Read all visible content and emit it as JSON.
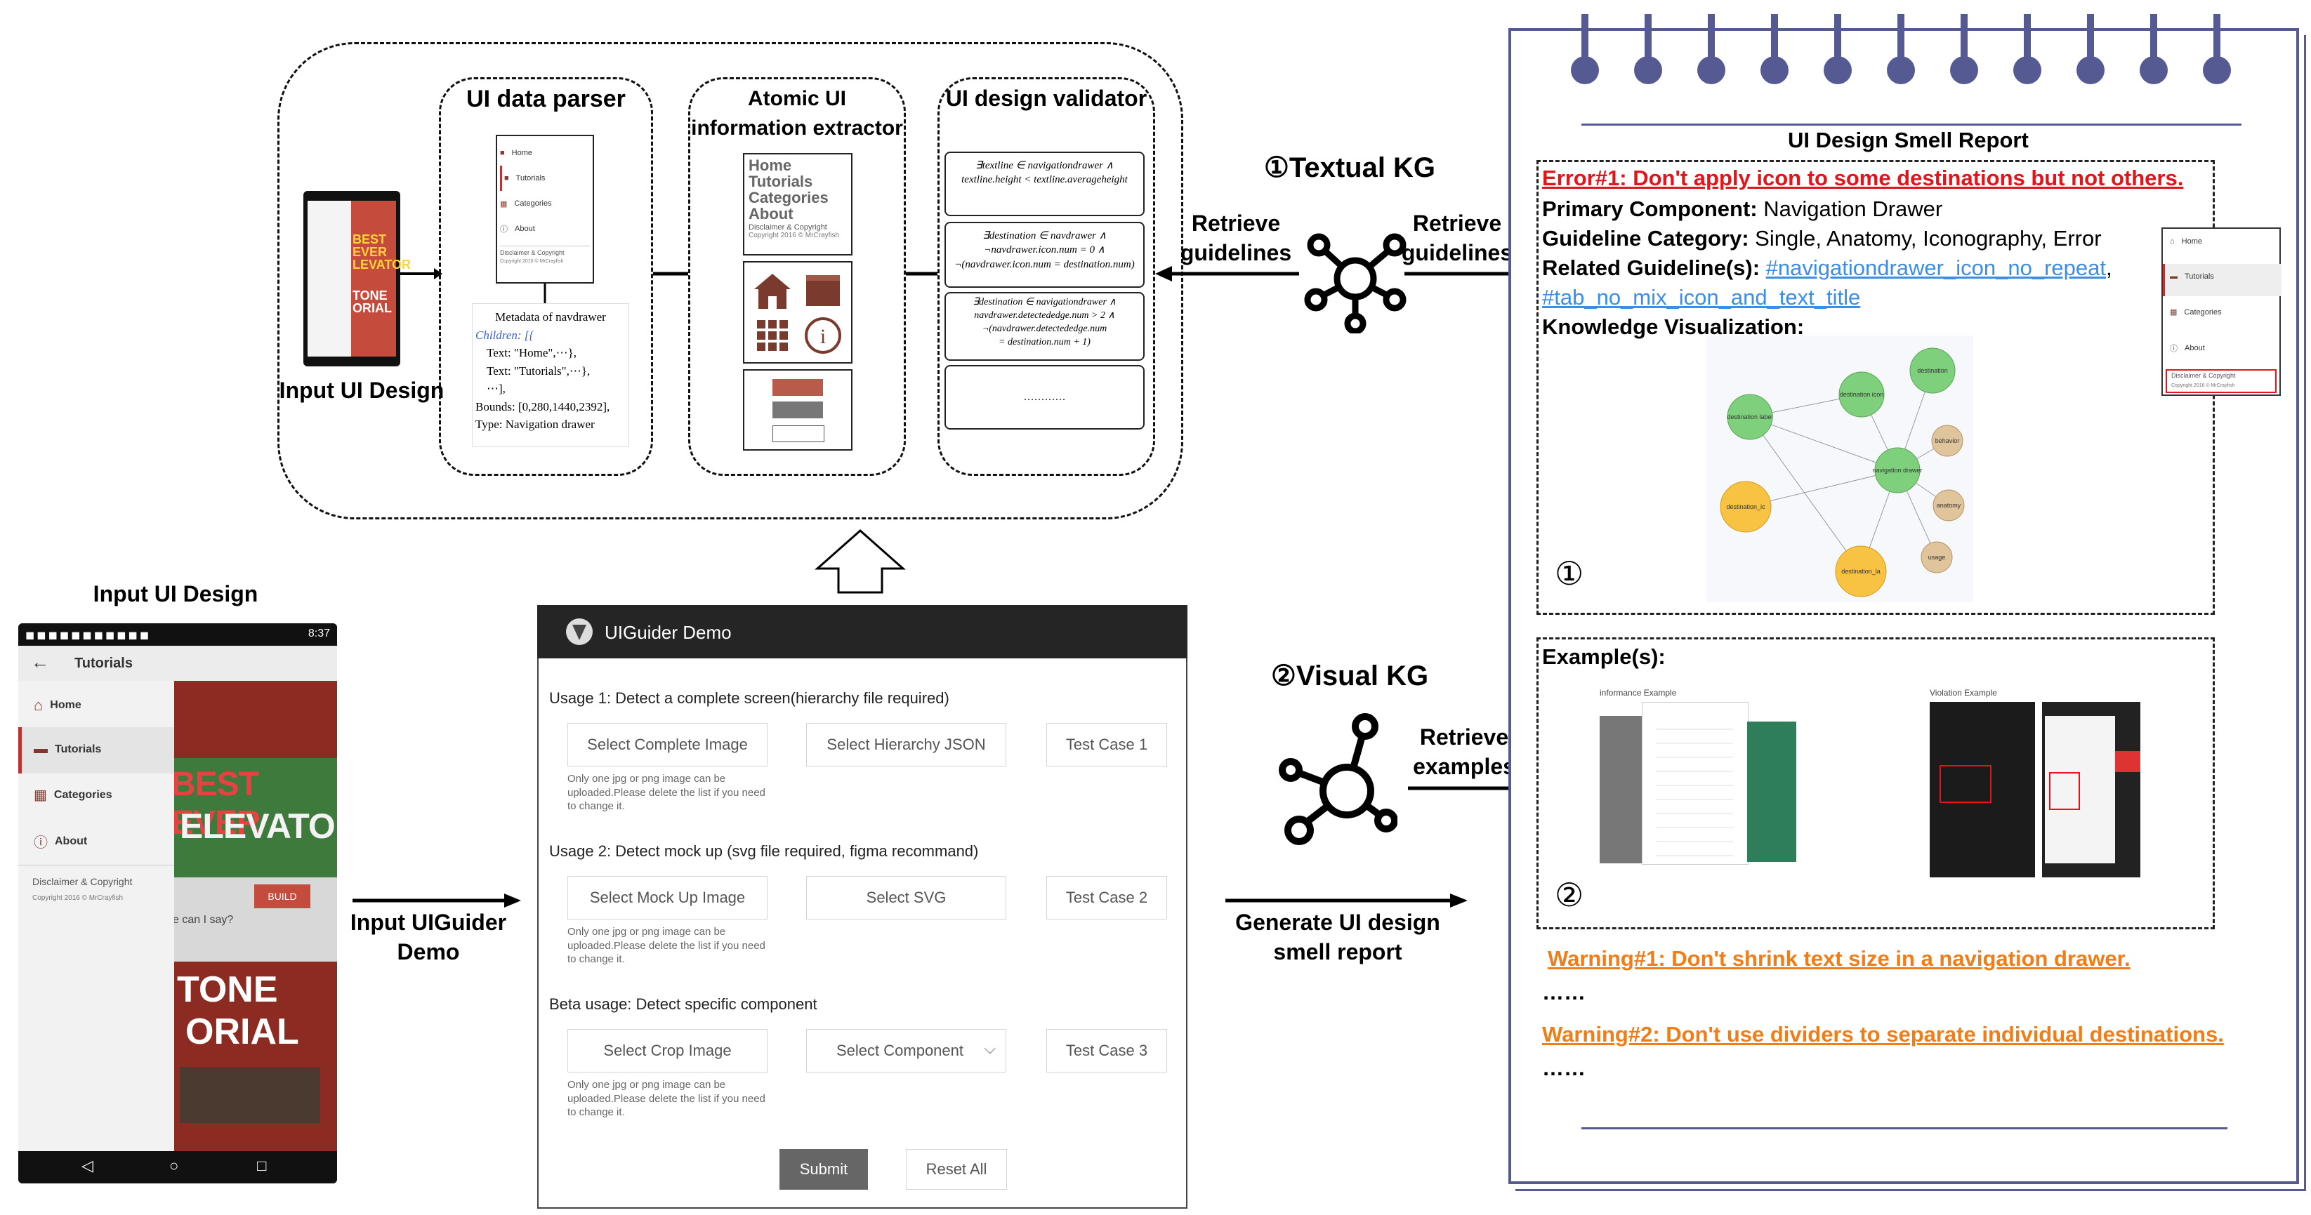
{
  "pipeline": {
    "parser_title": "UI data parser",
    "extractor_title": "Atomic UI\ninformation extractor",
    "validator_title": "UI design validator",
    "input_label": "Input UI Design",
    "thumb_nav": [
      "Home",
      "Tutorials",
      "Categories",
      "About"
    ],
    "thumb_footer": "Disclaimer & Copyright",
    "thumb_copyright": "Copyright 2016 © MrCrayfish",
    "metadata": {
      "title": "Metadata of navdrawer",
      "l1": "Children: [{",
      "l2": "Text: \"Home\",⋯},",
      "l3": "Text: \"Tutorials\",⋯},",
      "l4": "⋯],",
      "l5": "Bounds: [0,280,1440,2392],",
      "l6": "Type: Navigation drawer"
    },
    "extract_text": [
      "Home",
      "Tutorials",
      "Categories",
      "About"
    ],
    "extract_footer": "Disclaimer & Copyright",
    "extract_copyright": "Copyright 2016 © MrCrayfish",
    "formulas": [
      "∃textline ∈ navigationdrawer ∧\ntextline.height < textline.averageheight",
      "∃destination ∈ navdrawer ∧\n¬navdrawer.icon.num = 0 ∧\n¬(navdrawer.icon.num = destination.num)",
      "∃destination ∈ navigationdrawer ∧\nnavdrawer.detectededge.num > 2 ∧\n¬(navdrawer.detectededge.num\n= destination.num + 1)",
      "…………"
    ]
  },
  "kg": {
    "textual_num": "①",
    "textual_label": "Textual KG",
    "retrieve_guidelines_left": "Retrieve\nguidelines",
    "retrieve_guidelines_right": "Retrieve\nguidelines",
    "visual_num": "②",
    "visual_label": "Visual KG",
    "retrieve_examples": "Retrieve\nexamples"
  },
  "phone": {
    "title": "Input UI Design",
    "time": "8:37",
    "appbar_title": "Tutorials",
    "nav": [
      "Home",
      "Tutorials",
      "Categories",
      "About"
    ],
    "footer": "Disclaimer & Copyright",
    "copyright": "Copyright 2016 © MrCrayfish",
    "bg_text_1": "BEST EVER",
    "bg_text_2": "ELEVATOR",
    "bg_text_3": "TONE",
    "bg_text_4": "ORIAL",
    "bg_small": "e can I say?",
    "bg_build": "BUILD"
  },
  "arrows": {
    "input_demo": "Input UIGuider\nDemo",
    "generate": "Generate UI design\nsmell report"
  },
  "demo": {
    "header": "UIGuider Demo",
    "usage1": "Usage 1: Detect a complete screen(hierarchy file required)",
    "btn_complete": "Select Complete Image",
    "btn_hierarchy": "Select Hierarchy JSON",
    "btn_case1": "Test Case 1",
    "usage2": "Usage 2: Detect mock up (svg file required, figma recommand)",
    "btn_mockup": "Select Mock Up Image",
    "btn_svg": "Select SVG",
    "btn_case2": "Test Case 2",
    "usage3": "Beta usage: Detect specific component",
    "btn_crop": "Select Crop Image",
    "btn_component": "Select Component",
    "btn_case3": "Test Case 3",
    "hint": "Only one jpg or png image can be uploaded.Please delete the list if you need to change it.",
    "submit": "Submit",
    "reset": "Reset All"
  },
  "report": {
    "title": "UI Design Smell Report",
    "error": "Error#1: Don't apply icon to some destinations but not others.",
    "primary_label": "Primary Component:",
    "primary_value": " Navigation Drawer",
    "category_label": "Guideline Category:",
    "category_value": " Single, Anatomy, Iconography, Error",
    "related_label": "Related Guideline(s):",
    "related_link1": "#navigationdrawer_icon_no_repeat",
    "related_comma": ",",
    "related_link2": "#tab_no_mix_icon_and_text_title",
    "knowledge_label": "Knowledge Visualization:",
    "num1": "①",
    "examples_label": "Example(s):",
    "informance": "informance Example",
    "violation": "Violation Example",
    "num2": "②",
    "warning1": "Warning#1: Don't shrink text size in a navigation drawer.",
    "ellipsis1": "……",
    "warning2": "Warning#2: Don't use dividers to separate individual destinations.",
    "ellipsis2": "……",
    "side_nav": [
      "Home",
      "Tutorials",
      "Categories",
      "About"
    ],
    "side_footer": "Disclaimer & Copyright",
    "side_copyright": "Copyright 2016 © MrCrayfish",
    "kg_nodes": [
      "destination",
      "destination icon",
      "destination label",
      "navigation drawer",
      "behavior",
      "anatomy",
      "usage",
      "destination_ic",
      "destination_la"
    ]
  }
}
